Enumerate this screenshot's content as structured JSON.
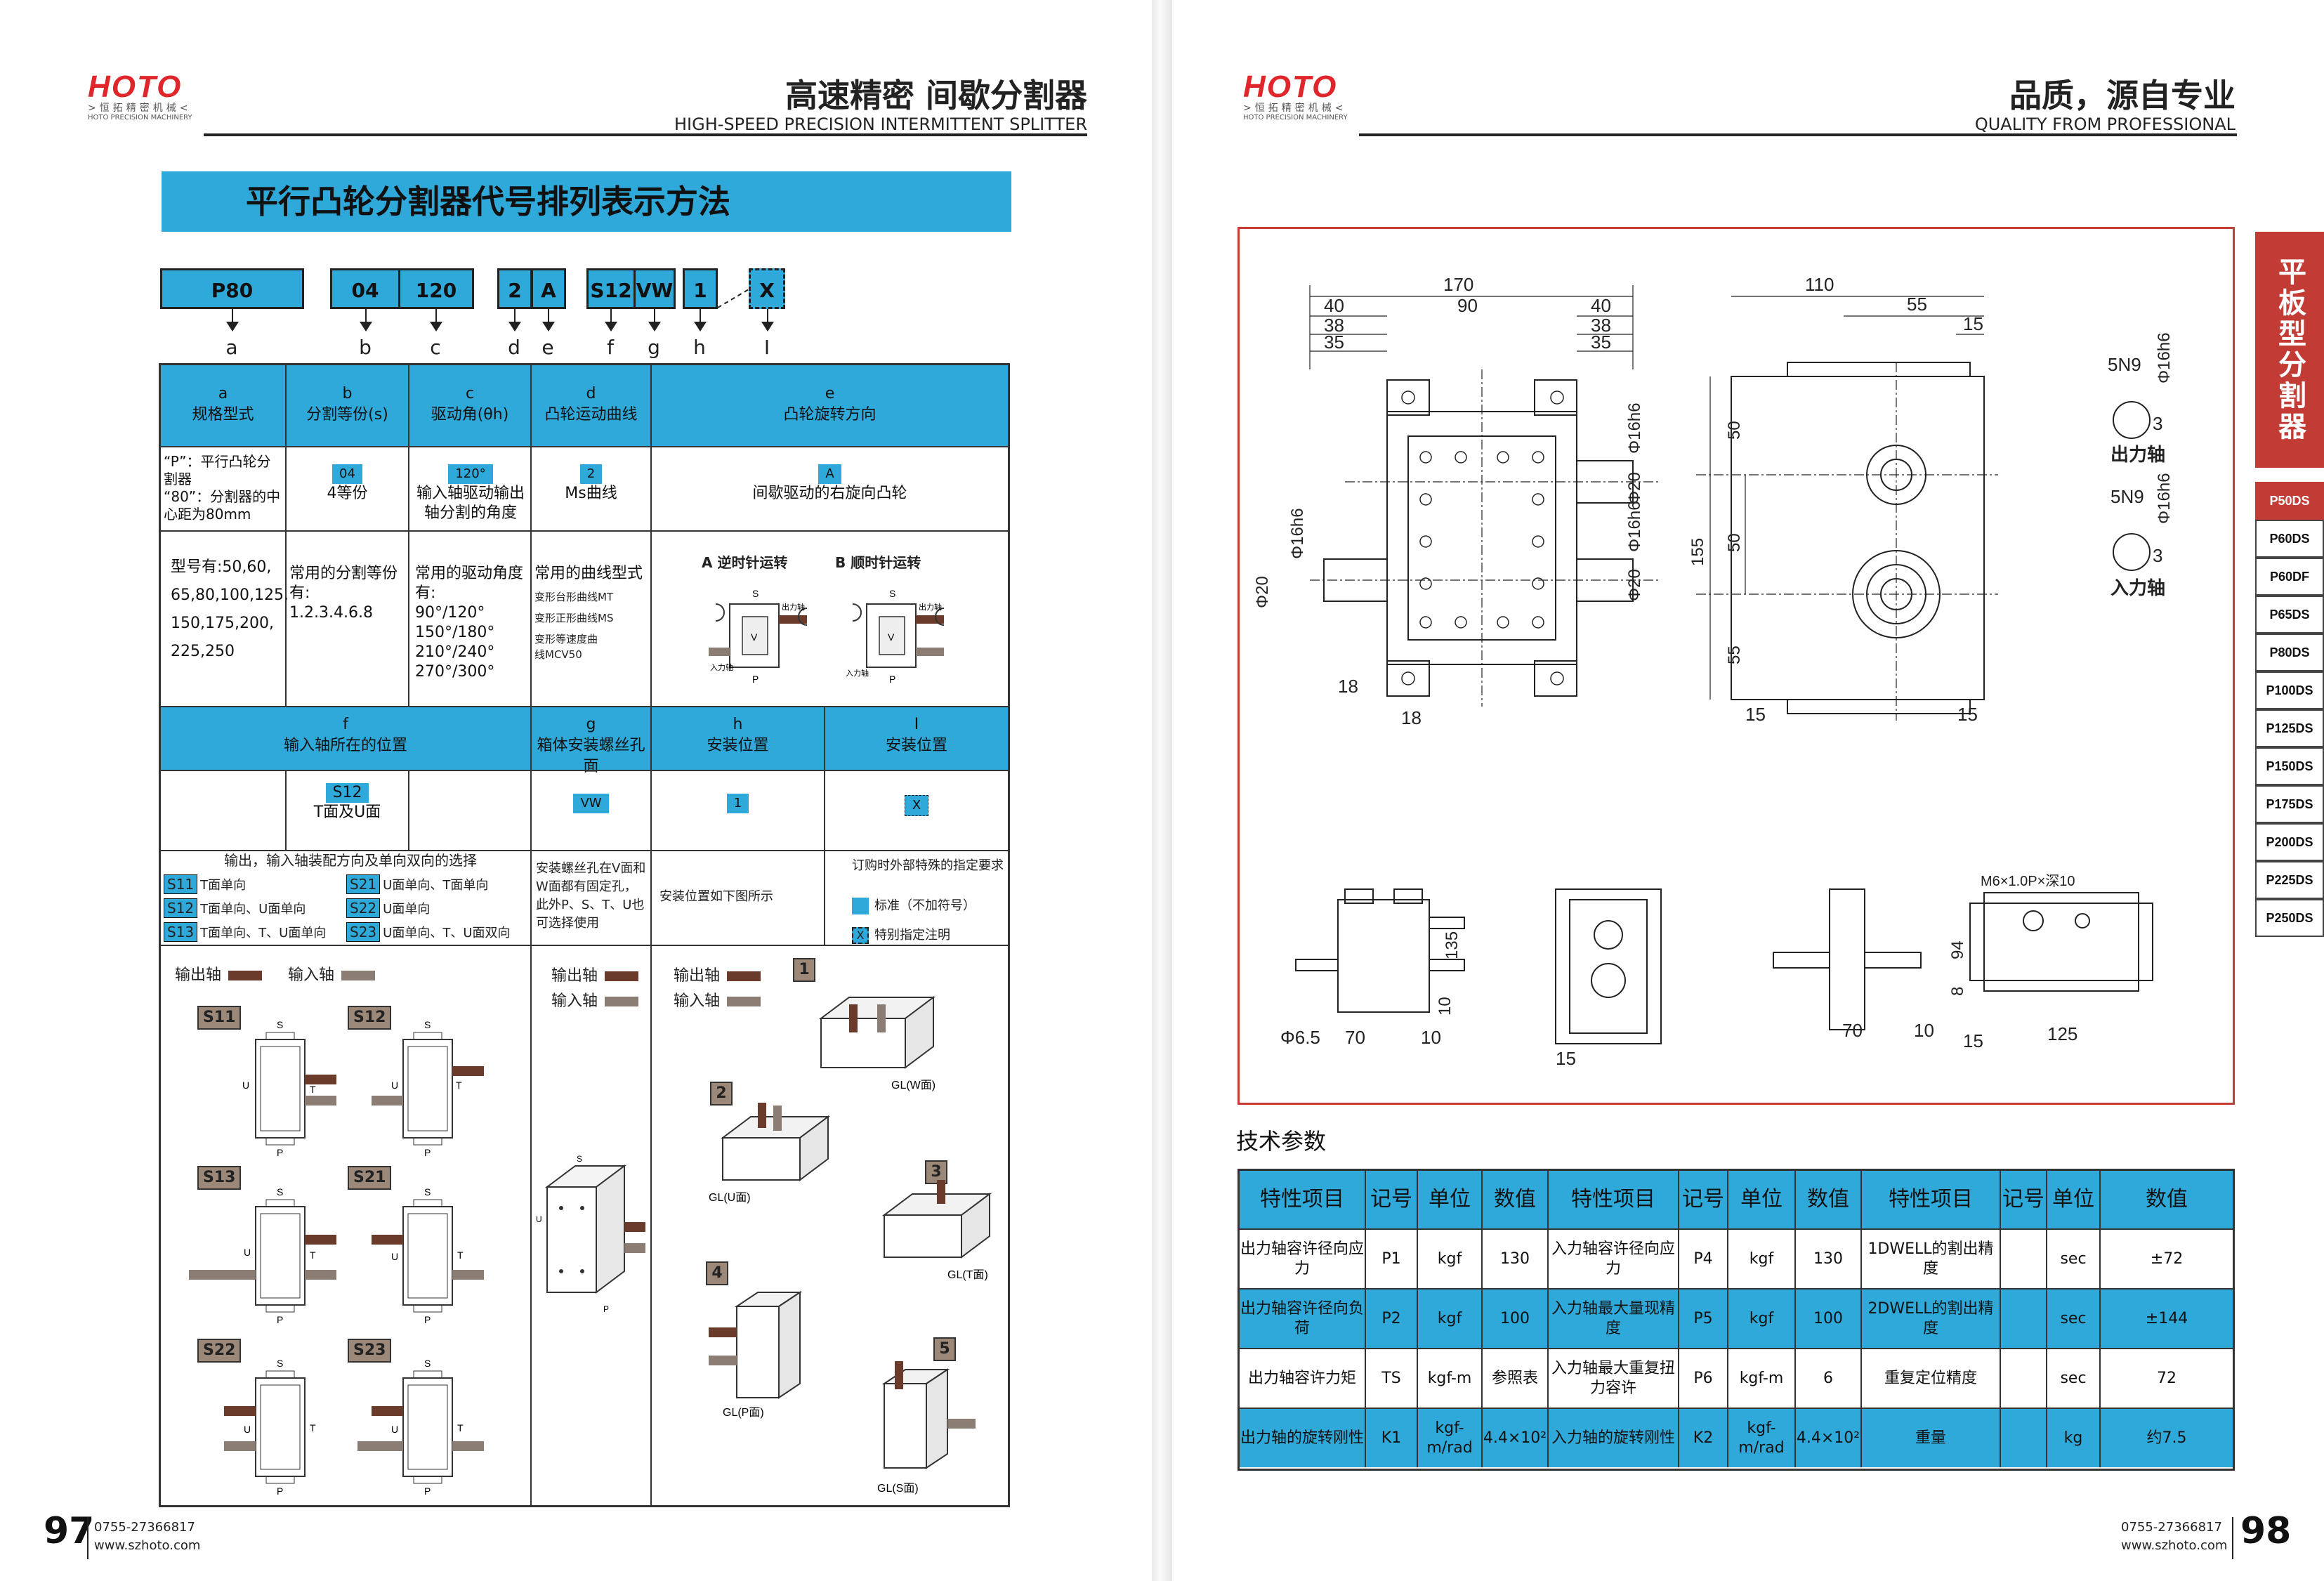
{
  "left_page": {
    "logo": {
      "brand": "HOTO",
      "sub_cn": ">恒拓精密机械<",
      "sub_en": "HOTO PRECISION MACHINERY"
    },
    "header_title": "高速精密 间歇分割器",
    "header_sub": "HIGH-SPEED PRECISION INTERMITTENT SPLITTER",
    "banner": "平行凸轮分割器代号排列表示方法",
    "code_boxes": [
      "P80",
      "04",
      "120",
      "2",
      "A",
      "S12",
      "VW",
      "1",
      "X"
    ],
    "code_letters": [
      "a",
      "b",
      "c",
      "d",
      "e",
      "f",
      "g",
      "h",
      "I"
    ],
    "table": {
      "row1_headers": [
        {
          "k": "a",
          "t": "规格型式"
        },
        {
          "k": "b",
          "t": "分割等份(s)"
        },
        {
          "k": "c",
          "t": "驱动角(θh)"
        },
        {
          "k": "d",
          "t": "凸轮运动曲线"
        },
        {
          "k": "e",
          "t": "凸轮旋转方向"
        }
      ],
      "row2": {
        "a": "“P”：平行凸轮分割器\n“80”：分割器的中心距为80mm",
        "b_chip": "04",
        "b": "4等份",
        "c_chip": "120°",
        "c": "输入轴驱动输出轴分割的角度",
        "d_chip": "2",
        "d": "Ms曲线",
        "e_chip": "A",
        "e": "间歇驱动的右旋向凸轮"
      },
      "row3": {
        "a": "型号有:50,60,\n65,80,100,125,\n150,175,200,\n225,250",
        "b": "常用的分割等份有:\n1.2.3.4.6.8",
        "c": "常用的驱动角度有:\n90°/120°\n150°/180°\n210°/240°\n270°/300°",
        "d_title": "常用的曲线型式",
        "d_items": [
          "变形台形曲线MT",
          "变形正形曲线MS",
          "变形等速度曲线MCV50"
        ],
        "e_a": "A 逆时针运转",
        "e_b": "B 顺时针运转",
        "diagram_labels": {
          "s": "S",
          "p": "P",
          "v": "V",
          "out": "出力轴",
          "in": "入力轴"
        }
      },
      "row4_headers": [
        {
          "k": "f",
          "t": "输入轴所在的位置"
        },
        {
          "k": "g",
          "t": "箱体安装螺丝孔面"
        },
        {
          "k": "h",
          "t": "安装位置"
        },
        {
          "k": "I",
          "t": "安装位置"
        }
      ],
      "row5": {
        "f_chip": "S12",
        "f": "T面及U面",
        "g_chip": "VW",
        "h_chip": "1",
        "i_chip": "X"
      },
      "row6": {
        "f_title": "输出，输入轴装配方向及单向双向的选择",
        "f_items": [
          {
            "c": "S11",
            "t": "T面单向"
          },
          {
            "c": "S21",
            "t": "U面单向、T面单向"
          },
          {
            "c": "S12",
            "t": "T面单向、U面单向"
          },
          {
            "c": "S22",
            "t": "U面单向"
          },
          {
            "c": "S13",
            "t": "T面单向、T、U面单向"
          },
          {
            "c": "S23",
            "t": "U面单向、T、U面双向"
          }
        ],
        "g": "安装螺丝孔在V面和W面都有固定孔，此外P、S、T、U也可选择使用",
        "h": "安装位置如下图所示",
        "i_title": "订购时外部特殊的指定要求",
        "i_std": "标准（不加符号）",
        "i_x_chip": "X",
        "i_special": "特别指定注明"
      },
      "row7": {
        "legend_out": "输出轴",
        "legend_in": "输入轴",
        "s_tags": [
          "S11",
          "S12",
          "S13",
          "S21",
          "S22",
          "S23"
        ],
        "s_letters": {
          "s": "S",
          "p": "P",
          "u": "U",
          "t": "T"
        },
        "mount_tags": [
          "1",
          "2",
          "3",
          "4",
          "5"
        ],
        "mount_captions": [
          "GL(W面)",
          "GL(U面)",
          "GL(T面)",
          "GL(P面)",
          "GL(S面)"
        ]
      }
    },
    "footer": {
      "page": "97",
      "phone": "0755-27366817",
      "web": "www.szhoto.com"
    }
  },
  "right_page": {
    "logo": {
      "brand": "HOTO",
      "sub_cn": ">恒拓精密机械<",
      "sub_en": "HOTO PRECISION MACHINERY"
    },
    "header_title": "品质，源自专业",
    "header_sub": "QUALITY FROM PROFESSIONAL",
    "side_title": "平板型分割器<P>",
    "tabs": [
      "P50DS",
      "P60DS",
      "P60DF",
      "P65DS",
      "P80DS",
      "P100DS",
      "P125DS",
      "P150DS",
      "P175DS",
      "P200DS",
      "P225DS",
      "P250DS"
    ],
    "active_tab": "P50DS",
    "drawing": {
      "front": {
        "d170": "170",
        "d90": "90",
        "d40a": "40",
        "d40b": "40",
        "d38a": "38",
        "d38b": "38",
        "d35a": "35",
        "d35b": "35",
        "phi16a": "Φ16h6",
        "phi20a": "Φ20",
        "phi16b": "Φ16h6",
        "phi20b": "Φ20",
        "phi16c": "Φ16h6",
        "phi20c": "Φ20",
        "d18a": "18",
        "d18b": "18"
      },
      "side": {
        "d110": "110",
        "d55": "55",
        "d15a": "15",
        "d155": "155",
        "d50a": "50",
        "d50b": "50",
        "d55b": "55",
        "d15b": "15",
        "d15c": "15"
      },
      "keys": {
        "k1_5n9": "5N9",
        "k1_3": "3",
        "k1_phi": "Φ16h6",
        "k1_label": "出力轴",
        "k2_5n9": "5N9",
        "k2_3": "3",
        "k2_phi": "Φ16h6",
        "k2_label": "入力轴"
      },
      "bottom": {
        "b135": "135",
        "b65": "Φ6.5",
        "b70a": "70",
        "b10a": "10",
        "b10b": "10",
        "b15": "15",
        "b70b": "70",
        "b10c": "10",
        "m6": "M6×1.0P×深10",
        "b94": "94",
        "b8": "8",
        "b15b": "15",
        "b125": "125"
      }
    },
    "spec_title": "技术参数",
    "spec_headers": [
      "特性项目",
      "记号",
      "单位",
      "数值",
      "特性项目",
      "记号",
      "单位",
      "数值",
      "特性项目",
      "记号",
      "单位",
      "数值"
    ],
    "spec_rows": [
      [
        "出力轴容许径向应力",
        "P1",
        "kgf",
        "130",
        "入力轴容许径向应力",
        "P4",
        "kgf",
        "130",
        "1DWELL的割出精度",
        "",
        "sec",
        "±72"
      ],
      [
        "出力轴容许径向负荷",
        "P2",
        "kgf",
        "100",
        "入力轴最大量现精度",
        "P5",
        "kgf",
        "100",
        "2DWELL的割出精度",
        "",
        "sec",
        "±144"
      ],
      [
        "出力轴容许力矩",
        "TS",
        "kgf-m",
        "参照表",
        "入力轴最大重复扭力容许",
        "P6",
        "kgf-m",
        "6",
        "重复定位精度",
        "",
        "sec",
        "72"
      ],
      [
        "出力轴的旋转刚性",
        "K1",
        "kgf-m/rad",
        "4.4×10²",
        "入力轴的旋转刚性",
        "K2",
        "kgf-m/rad",
        "4.4×10²",
        "重量",
        "",
        "kg",
        "约7.5"
      ]
    ],
    "footer": {
      "page": "98",
      "phone": "0755-27366817",
      "web": "www.szhoto.com"
    }
  }
}
